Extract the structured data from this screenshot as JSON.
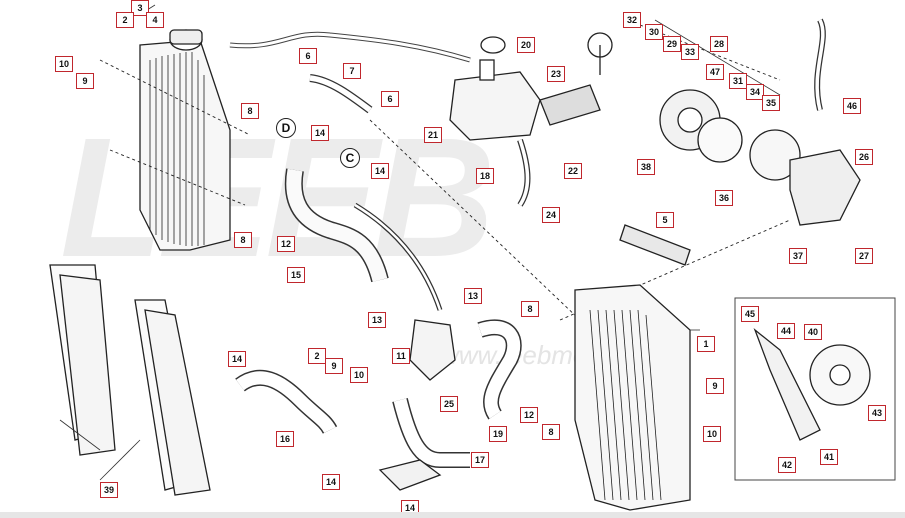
{
  "watermark": {
    "brand": "LEEB",
    "url": "www.leebmotors.com"
  },
  "letters": {
    "d": "D",
    "c": "C"
  },
  "labels": {
    "l3": "3",
    "l2a": "2",
    "l4": "4",
    "l10a": "10",
    "l9a": "9",
    "l6a": "6",
    "l7": "7",
    "l6b": "6",
    "l20": "20",
    "l23": "23",
    "l21": "21",
    "l22": "22",
    "l18": "18",
    "l24": "24",
    "l32": "32",
    "l30": "30",
    "l29": "29",
    "l33": "33",
    "l28": "28",
    "l47": "47",
    "l31": "31",
    "l34": "34",
    "l35": "35",
    "l38": "38",
    "l46": "46",
    "l26": "26",
    "l36": "36",
    "l27": "27",
    "l37": "37",
    "l5": "5",
    "l8a": "8",
    "l8b": "8",
    "l14a": "14",
    "l14b": "14",
    "l12": "12",
    "l15": "15",
    "l13a": "13",
    "l13b": "13",
    "l11": "11",
    "l2b": "2",
    "l9b": "9",
    "l10b": "10",
    "l25": "25",
    "l19": "19",
    "l17": "17",
    "l14c": "14",
    "l14d": "14",
    "l14e": "14",
    "l16": "16",
    "l39": "39",
    "l8c": "8",
    "l12b": "12",
    "l8d": "8",
    "l1": "1",
    "l9c": "9",
    "l10c": "10",
    "l45": "45",
    "l44": "44",
    "l40": "40",
    "l43": "43",
    "l42": "42",
    "l41": "41"
  }
}
